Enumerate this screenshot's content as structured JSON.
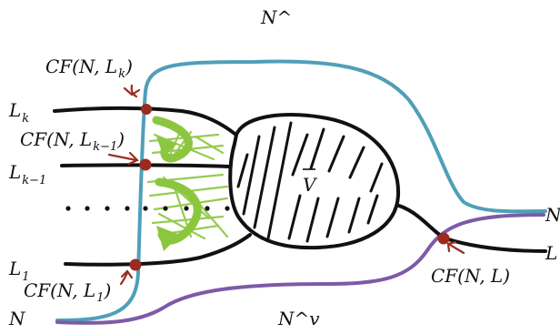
{
  "colors": {
    "black": "#111111",
    "teal": "#4f9fb8",
    "purple": "#7d5aa6",
    "green": "#8cc63f",
    "dark_red": "#9c2a1f"
  },
  "labels": {
    "n_up": "N^",
    "n_down": "N^v",
    "n_left": "N",
    "n_right": "N",
    "l_right": "L",
    "lk_base": "L",
    "lk_sub": "k",
    "lk1_base": "L",
    "lk1_sub": "k−1",
    "l1_base": "L",
    "l1_sub": "1",
    "v_bar": "V",
    "ellipsis": "· · · · · · · ·",
    "cf_k": "CF(N, L",
    "cf_k_sub": "k",
    "cf_k_close": ")",
    "cf_k1": "CF(N, L",
    "cf_k1_sub": "k−1",
    "cf_k1_close": ")",
    "cf_1": "CF(N, L",
    "cf_1_sub": "1",
    "cf_1_close": ")",
    "cf_l": "CF(N, L)"
  }
}
